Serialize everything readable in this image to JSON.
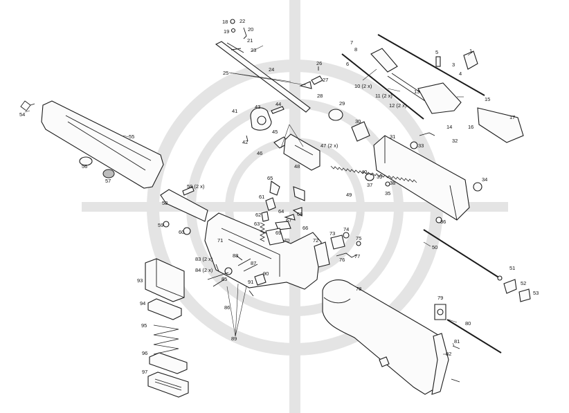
{
  "diagram": {
    "labels": [
      "1",
      "3",
      "4",
      "5",
      "6",
      "7",
      "8",
      "10 (2 x)",
      "11 (2 x)",
      "12 (2 x)",
      "13",
      "14",
      "15",
      "16",
      "17",
      "18",
      "19",
      "20",
      "21",
      "22",
      "23",
      "24",
      "25",
      "26",
      "27",
      "28",
      "29",
      "30",
      "31",
      "32",
      "33",
      "34",
      "35",
      "36",
      "37",
      "38",
      "39",
      "40",
      "41",
      "42",
      "43",
      "44",
      "45",
      "46",
      "47 (2 x)",
      "48",
      "49",
      "50",
      "51",
      "52",
      "53",
      "54",
      "55",
      "56",
      "57",
      "58",
      "59",
      "59 (2 x)",
      "60",
      "61",
      "62",
      "63",
      "64",
      "65",
      "66",
      "67",
      "68",
      "69",
      "70",
      "71",
      "72",
      "73",
      "74",
      "75",
      "76",
      "77",
      "78",
      "79",
      "80",
      "81",
      "82",
      "83 (2 x)",
      "84 (2 x)",
      "85",
      "86",
      "87",
      "88",
      "89",
      "90",
      "91",
      "93",
      "94",
      "95",
      "96",
      "97"
    ],
    "colors": {
      "line": "#1a1a1a",
      "watermark": "#e4e4e4",
      "background": "#ffffff"
    }
  }
}
